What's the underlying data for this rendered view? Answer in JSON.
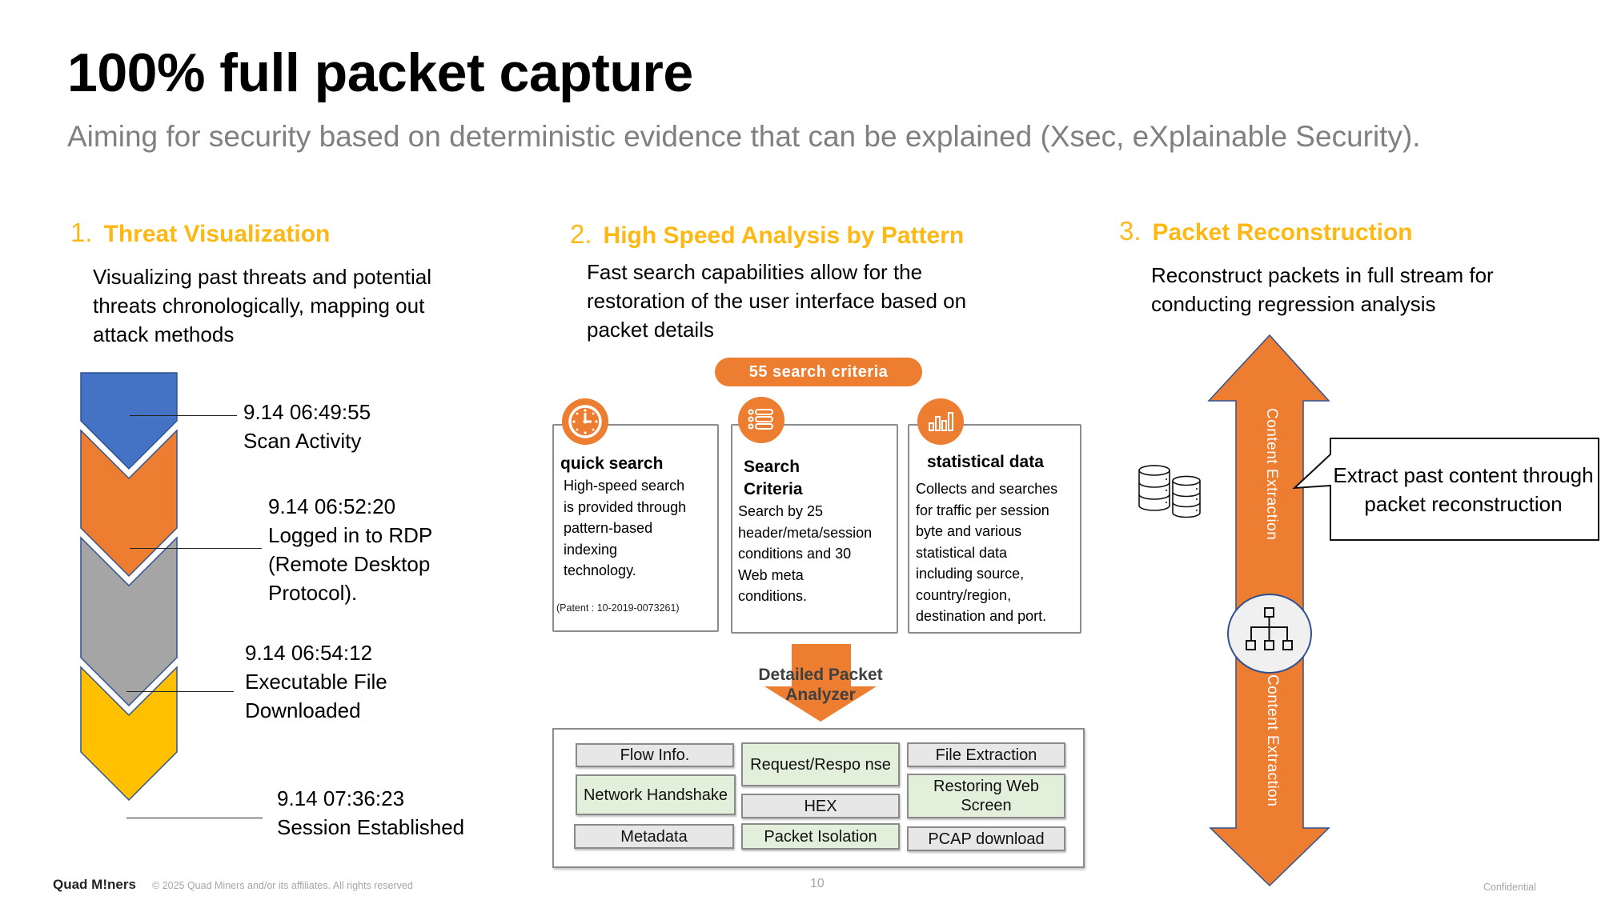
{
  "header": {
    "title": "100% full packet capture",
    "subtitle": "Aiming for security based on deterministic evidence that can be explained (Xsec, eXplainable Security)."
  },
  "colors": {
    "accent_yellow": "#FDB813",
    "accent_orange": "#ED7D31",
    "blue": "#4472C4",
    "gray": "#A5A5A5",
    "gold": "#FFC000",
    "chip_green": "#E2EFDA",
    "chip_gray": "#E7E7E7"
  },
  "sections": [
    {
      "number": "1.",
      "heading": "Threat Visualization",
      "description_lines": [
        "Visualizing past threats and potential",
        "threats chronologically, mapping out",
        "attack methods"
      ]
    },
    {
      "number": "2.",
      "heading": "High Speed Analysis by Pattern",
      "description_lines": [
        "Fast search capabilities allow for the",
        "restoration of the user interface based on",
        "packet details"
      ]
    },
    {
      "number": "3.",
      "heading": "Packet Reconstruction",
      "description_lines": [
        "Reconstruct packets in full stream for",
        "conducting regression analysis"
      ]
    }
  ],
  "timeline": [
    {
      "time": "9.14 06:49:55",
      "event_lines": [
        "Scan Activity"
      ],
      "color": "blue"
    },
    {
      "time": "9.14 06:52:20",
      "event_lines": [
        "Logged in to RDP",
        "(Remote Desktop",
        "Protocol)."
      ],
      "color": "orange"
    },
    {
      "time": "9.14 06:54:12",
      "event_lines": [
        "Executable File",
        "Downloaded"
      ],
      "color": "gray"
    },
    {
      "time": "9.14 07:36:23",
      "event_lines": [
        "Session Established"
      ],
      "color": "gold"
    }
  ],
  "search": {
    "pill_label": "55 search criteria",
    "cards": [
      {
        "icon": "clock-icon",
        "title_lines": [
          "quick search"
        ],
        "text_lines": [
          "High-speed search",
          "is provided through",
          "pattern-based",
          "indexing",
          "technology."
        ],
        "footnote": "(Patent : 10-2019-0073261)"
      },
      {
        "icon": "list-icon",
        "title_lines": [
          "Search",
          "Criteria"
        ],
        "text_lines": [
          "Search by 25",
          "header/meta/session",
          "conditions and 30",
          "Web meta",
          "conditions."
        ],
        "footnote": ""
      },
      {
        "icon": "bar-chart-icon",
        "title_lines": [
          "statistical data"
        ],
        "text_lines": [
          "Collects and searches",
          "for traffic per session",
          "byte and various",
          "statistical data",
          "including source,",
          "country/region,",
          "destination and port."
        ],
        "footnote": ""
      }
    ],
    "analyzer_label_lines": [
      "Detailed Packet",
      "Analyzer"
    ],
    "features": [
      {
        "label": "Flow Info.",
        "style": "gray"
      },
      {
        "label": "Request/Respo nse",
        "style": "green"
      },
      {
        "label": "File Extraction",
        "style": "gray"
      },
      {
        "label": "Network Handshake",
        "style": "green"
      },
      {
        "label": "HEX",
        "style": "gray"
      },
      {
        "label": "Restoring Web Screen",
        "style": "green"
      },
      {
        "label": "Metadata",
        "style": "gray"
      },
      {
        "label": "Packet Isolation",
        "style": "green"
      },
      {
        "label": "PCAP download",
        "style": "gray"
      }
    ]
  },
  "reconstruction": {
    "arrow_label_top": "Content Extraction",
    "arrow_label_bottom": "Content Extraction",
    "callout_lines": [
      "Extract past content through",
      "packet reconstruction"
    ],
    "icons": [
      "database-icon",
      "hierarchy-icon"
    ]
  },
  "footer": {
    "logo": "Quad M!ners",
    "copyright": "© 2025  Quad Miners and/or its affiliates. All rights reserved",
    "page_number": "10",
    "classification": "Confidential"
  }
}
